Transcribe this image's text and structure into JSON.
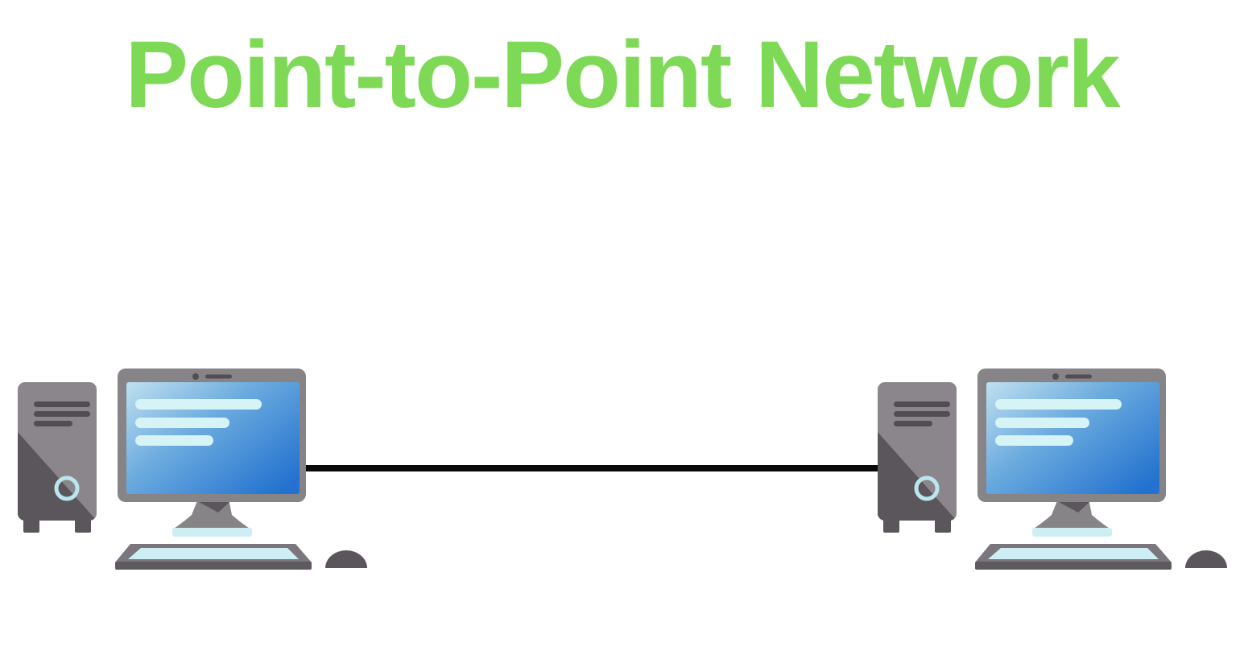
{
  "title": {
    "text": "Point-to-Point Network",
    "color": "#7ED957"
  },
  "diagram": {
    "type": "network-topology",
    "topology": "point-to-point",
    "nodes": [
      {
        "id": "computer-left",
        "kind": "desktop-computer",
        "icon": "desktop-computer-icon",
        "position": "left"
      },
      {
        "id": "computer-right",
        "kind": "desktop-computer",
        "icon": "desktop-computer-icon",
        "position": "right"
      }
    ],
    "link": {
      "from": "computer-left",
      "to": "computer-right",
      "style": "solid",
      "color": "#0a0a0a"
    }
  },
  "palette": {
    "background": "#ffffff",
    "title_green": "#7ED957",
    "tower_gray": "#8b868b",
    "shadow_gray": "#5b555c",
    "slot_gray": "#524c53",
    "bezel_gray": "#878487",
    "keyboard_frame_gray": "#7b757d",
    "keyboard_front_gray": "#5f5a60",
    "screen_top": "#bfe0f0",
    "screen_mid": "#6aaade",
    "screen_bottom": "#2372cf",
    "accent_cyan": "#cdeff3",
    "bar_cyan": "#d6f3f6",
    "power_ring": "#b9e7ed",
    "link_black": "#0a0a0a"
  }
}
